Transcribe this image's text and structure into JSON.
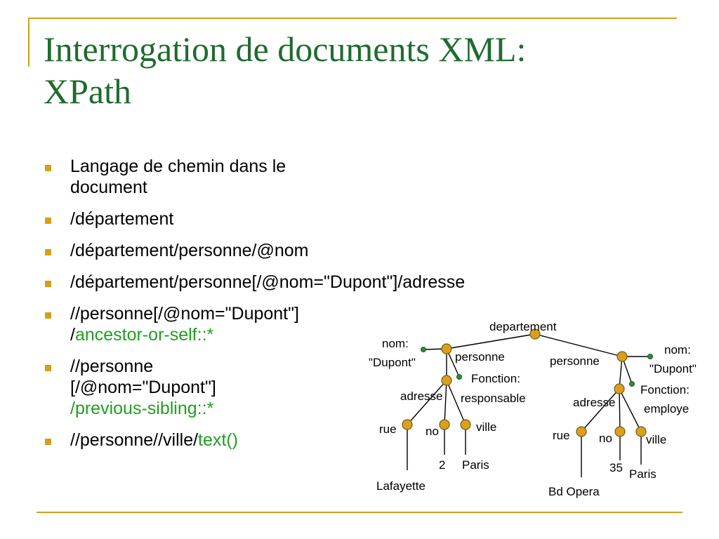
{
  "slide": {
    "title_line1": "Interrogation de documents XML:",
    "title_line2": "XPath"
  },
  "bullets": [
    {
      "line1": "Langage de chemin dans le document"
    },
    {
      "line1": "/département"
    },
    {
      "line1": "/département/personne/@nom"
    },
    {
      "line1": "/département/personne[/@nom=\"Dupont\"]/adresse"
    },
    {
      "line1": "//personne[/@nom=\"Dupont\"]",
      "line2_prefix": "/",
      "line2_green": "ancestor-or-self::*"
    },
    {
      "line1": "//personne",
      "line2": "[/@nom=\"Dupont\"]",
      "line3_green": "/previous-sibling::*"
    },
    {
      "line1": "//personne//ville/",
      "line1_green": "text()"
    }
  ],
  "tree": {
    "root": "departement",
    "left": {
      "attr_nom_line1": "nom:",
      "attr_nom_line2": "\"Dupont\"",
      "label": "personne",
      "attr_fonction_line1": "Fonction:",
      "attr_fonction_line2": "responsable",
      "adresse": "adresse",
      "rue": "rue",
      "no": "no",
      "ville": "ville",
      "rue_value": "Lafayette",
      "no_value": "2",
      "ville_value": "Paris"
    },
    "right": {
      "attr_nom_line1": "nom:",
      "attr_nom_line2": "\"Dupont\"",
      "label": "personne",
      "attr_fonction_line1": "Fonction:",
      "attr_fonction_line2": "employe",
      "adresse": "adresse",
      "rue": "rue",
      "no": "no",
      "ville": "ville",
      "rue_value": "Bd Opera",
      "no_value": "35",
      "ville_value": "Paris"
    }
  },
  "colors": {
    "accent_frame": "#d4a017",
    "title": "#1f6b2e",
    "axis_green": "#1fa01f",
    "node_fill": "#d9a020",
    "attr_node_fill": "#2e8b3a"
  }
}
